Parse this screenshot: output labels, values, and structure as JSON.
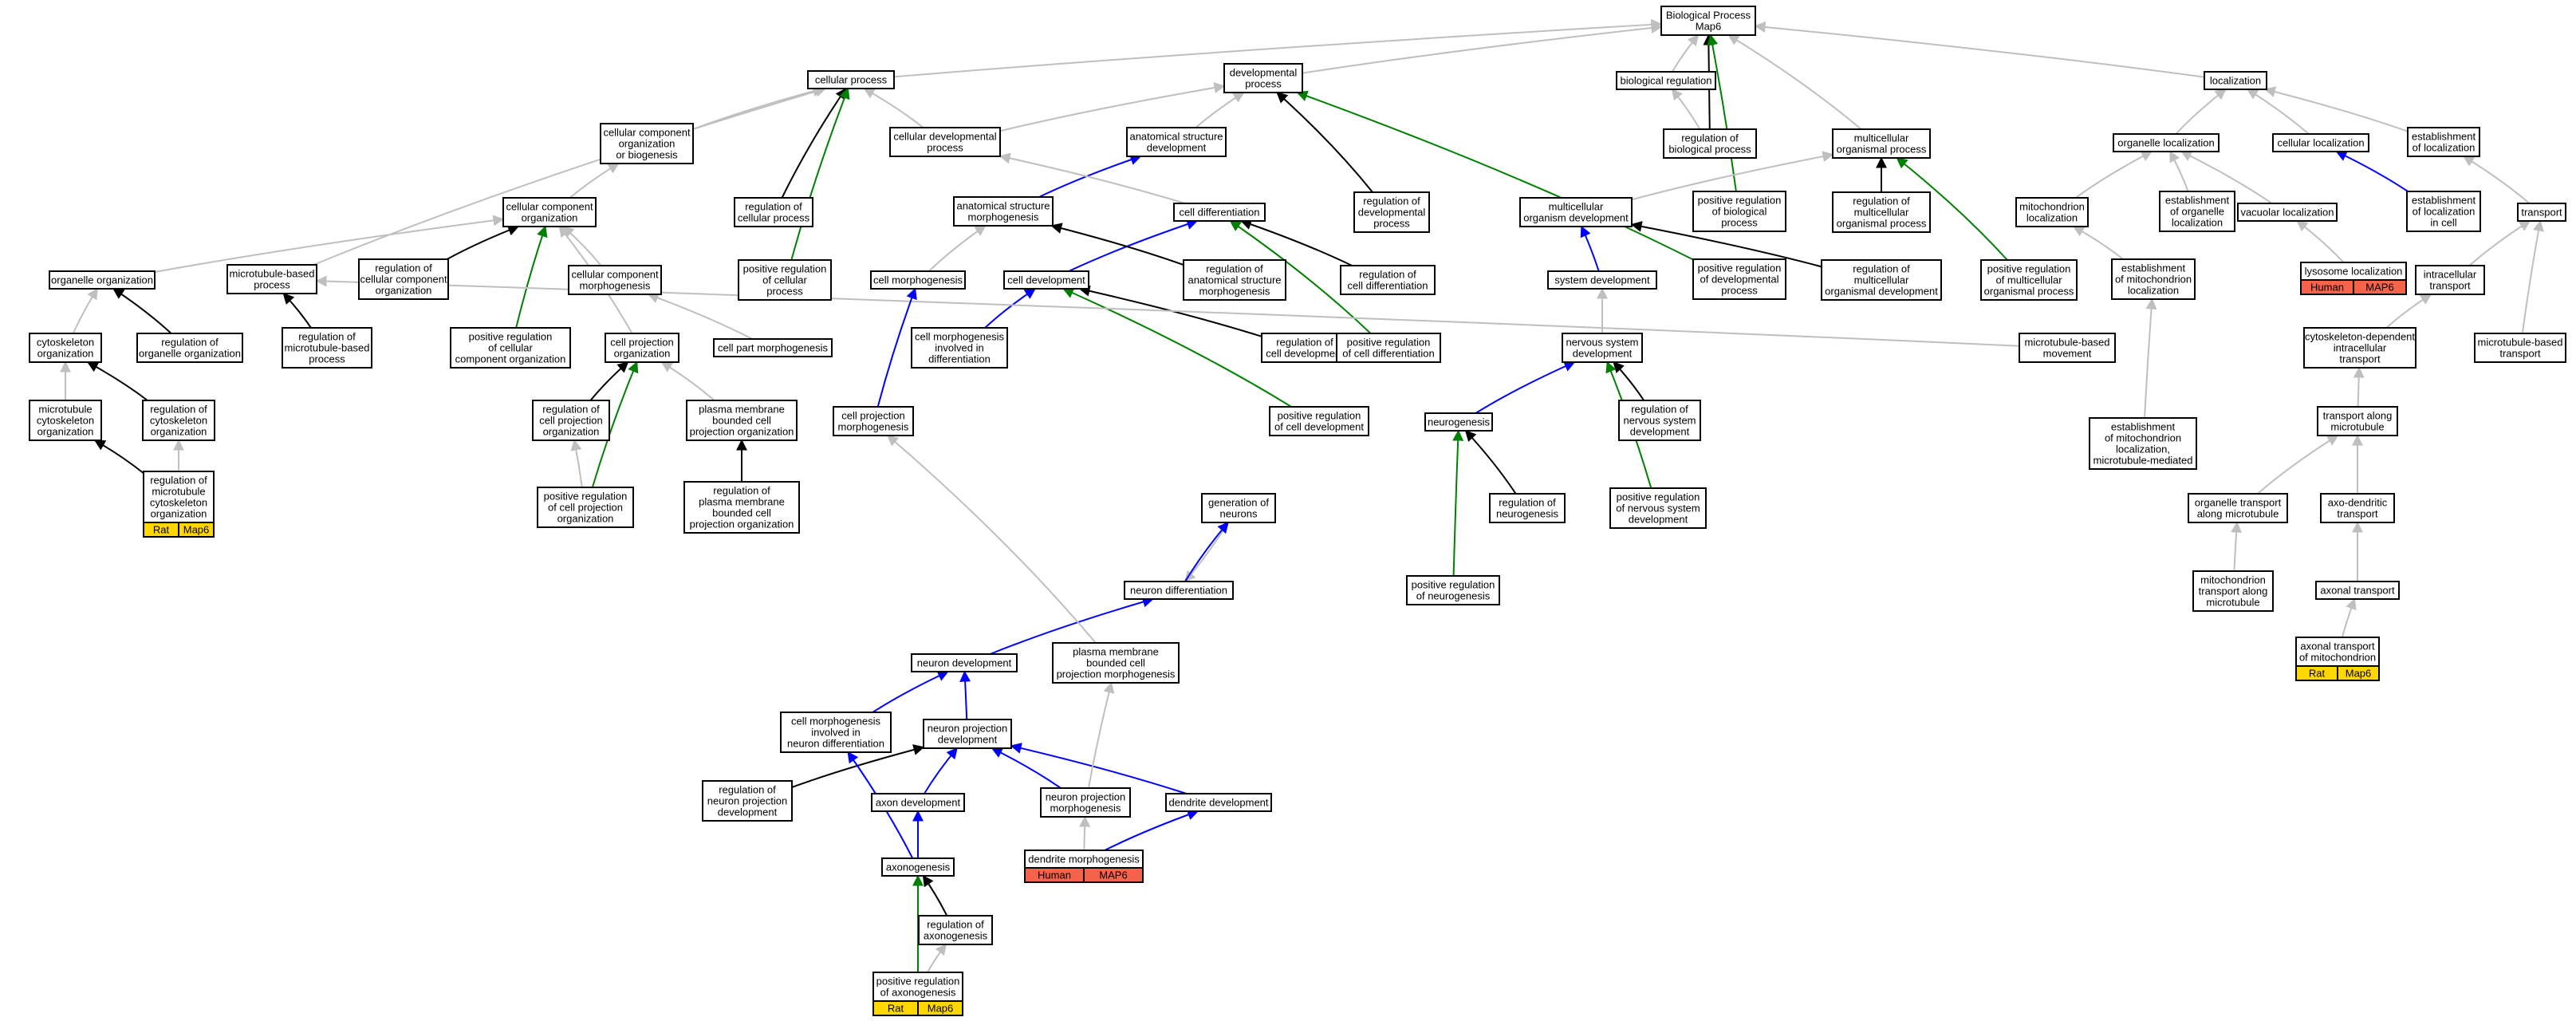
{
  "title": "Biological Process Map6",
  "nodes": [
    {
      "id": "bp",
      "lines": [
        "Biological Process",
        "Map6"
      ]
    },
    {
      "id": "cellular_process",
      "lines": [
        "cellular process"
      ]
    },
    {
      "id": "developmental_process",
      "lines": [
        "developmental",
        "process"
      ]
    },
    {
      "id": "biological_regulation",
      "lines": [
        "biological regulation"
      ]
    },
    {
      "id": "localization",
      "lines": [
        "localization"
      ]
    },
    {
      "id": "ccob",
      "lines": [
        "cellular component",
        "organization",
        "or biogenesis"
      ]
    },
    {
      "id": "cellular_developmental_process",
      "lines": [
        "cellular developmental",
        "process"
      ]
    },
    {
      "id": "anatomical_structure_development",
      "lines": [
        "anatomical structure",
        "development"
      ]
    },
    {
      "id": "reg_biological_process",
      "lines": [
        "regulation of",
        "biological process"
      ]
    },
    {
      "id": "multicellular_organismal_process",
      "lines": [
        "multicellular",
        "organismal process"
      ]
    },
    {
      "id": "organelle_localization",
      "lines": [
        "organelle localization"
      ]
    },
    {
      "id": "cellular_localization",
      "lines": [
        "cellular localization"
      ]
    },
    {
      "id": "establishment_of_localization",
      "lines": [
        "establishment",
        "of localization"
      ]
    },
    {
      "id": "cellular_component_organization",
      "lines": [
        "cellular component",
        "organization"
      ]
    },
    {
      "id": "reg_cellular_process",
      "lines": [
        "regulation of",
        "cellular process"
      ]
    },
    {
      "id": "anatomical_structure_morphogenesis",
      "lines": [
        "anatomical structure",
        "morphogenesis"
      ]
    },
    {
      "id": "cell_differentiation",
      "lines": [
        "cell differentiation"
      ]
    },
    {
      "id": "reg_developmental_process",
      "lines": [
        "regulation of",
        "developmental",
        "process"
      ]
    },
    {
      "id": "multicellular_organism_development",
      "lines": [
        "multicellular",
        "organism development"
      ]
    },
    {
      "id": "pos_reg_biological_process",
      "lines": [
        "positive regulation",
        "of biological",
        "process"
      ]
    },
    {
      "id": "reg_multicellular_organismal_process",
      "lines": [
        "regulation of",
        "multicellular",
        "organismal process"
      ]
    },
    {
      "id": "mitochondrion_localization",
      "lines": [
        "mitochondrion",
        "localization"
      ]
    },
    {
      "id": "establishment_organelle_localization",
      "lines": [
        "establishment",
        "of organelle",
        "localization"
      ]
    },
    {
      "id": "vacuolar_localization",
      "lines": [
        "vacuolar localization"
      ]
    },
    {
      "id": "establishment_localization_in_cell",
      "lines": [
        "establishment",
        "of localization",
        "in cell"
      ]
    },
    {
      "id": "transport",
      "lines": [
        "transport"
      ]
    },
    {
      "id": "organelle_organization",
      "lines": [
        "organelle organization"
      ]
    },
    {
      "id": "microtubule_based_process",
      "lines": [
        "microtubule-based",
        "process"
      ]
    },
    {
      "id": "reg_ccorg",
      "lines": [
        "regulation of",
        "cellular component",
        "organization"
      ]
    },
    {
      "id": "cc_morphogenesis",
      "lines": [
        "cellular component",
        "morphogenesis"
      ]
    },
    {
      "id": "pos_reg_cellular_process",
      "lines": [
        "positive regulation",
        "of cellular",
        "process"
      ]
    },
    {
      "id": "cell_morphogenesis",
      "lines": [
        "cell morphogenesis"
      ]
    },
    {
      "id": "cell_development",
      "lines": [
        "cell development"
      ]
    },
    {
      "id": "reg_asm",
      "lines": [
        "regulation of",
        "anatomical structure",
        "morphogenesis"
      ]
    },
    {
      "id": "reg_cell_differentiation",
      "lines": [
        "regulation of",
        "cell differentiation"
      ]
    },
    {
      "id": "system_development",
      "lines": [
        "system development"
      ]
    },
    {
      "id": "pos_reg_developmental_process",
      "lines": [
        "positive regulation",
        "of developmental",
        "process"
      ]
    },
    {
      "id": "reg_multicellular_organismal_development",
      "lines": [
        "regulation of",
        "multicellular",
        "organismal development"
      ]
    },
    {
      "id": "pos_reg_multicellular_organismal_process",
      "lines": [
        "positive regulation",
        "of multicellular",
        "organismal process"
      ]
    },
    {
      "id": "lysosome_localization",
      "lines": [
        "lysosome localization"
      ],
      "ann": "human"
    },
    {
      "id": "intracellular_transport",
      "lines": [
        "intracellular",
        "transport"
      ]
    },
    {
      "id": "establishment_mitochondrion_localization",
      "lines": [
        "establishment",
        "of mitochondrion",
        "localization"
      ]
    },
    {
      "id": "cytoskeleton_organization",
      "lines": [
        "cytoskeleton",
        "organization"
      ]
    },
    {
      "id": "reg_organelle_organization",
      "lines": [
        "regulation of",
        "organelle organization"
      ]
    },
    {
      "id": "reg_microtubule_based_process",
      "lines": [
        "regulation of",
        "microtubule-based",
        "process"
      ]
    },
    {
      "id": "pos_reg_ccorg",
      "lines": [
        "positive regulation",
        "of cellular",
        "component organization"
      ]
    },
    {
      "id": "cell_projection_organization",
      "lines": [
        "cell projection",
        "organization"
      ]
    },
    {
      "id": "cell_part_morphogenesis",
      "lines": [
        "cell part morphogenesis"
      ]
    },
    {
      "id": "cell_morph_in_differentiation",
      "lines": [
        "cell morphogenesis",
        "involved in",
        "differentiation"
      ]
    },
    {
      "id": "reg_cell_development",
      "lines": [
        "regulation of",
        "cell development"
      ]
    },
    {
      "id": "pos_reg_cell_differentiation",
      "lines": [
        "positive regulation",
        "of cell differentiation"
      ]
    },
    {
      "id": "nervous_system_development",
      "lines": [
        "nervous system",
        "development"
      ]
    },
    {
      "id": "microtubule_based_movement",
      "lines": [
        "microtubule-based",
        "movement"
      ]
    },
    {
      "id": "cytoskeleton_dependent_transport",
      "lines": [
        "cytoskeleton-dependent",
        "intracellular",
        "transport"
      ]
    },
    {
      "id": "microtubule_based_transport",
      "lines": [
        "microtubule-based",
        "transport"
      ]
    },
    {
      "id": "microtubule_cytoskeleton_organization",
      "lines": [
        "microtubule",
        "cytoskeleton",
        "organization"
      ]
    },
    {
      "id": "reg_cytoskeleton_organization",
      "lines": [
        "regulation of",
        "cytoskeleton",
        "organization"
      ]
    },
    {
      "id": "reg_cell_projection_organization",
      "lines": [
        "regulation of",
        "cell projection",
        "organization"
      ]
    },
    {
      "id": "plasma_membrane_bcpo",
      "lines": [
        "plasma membrane",
        "bounded cell",
        "projection organization"
      ]
    },
    {
      "id": "cell_projection_morphogenesis",
      "lines": [
        "cell projection",
        "morphogenesis"
      ]
    },
    {
      "id": "pos_reg_cell_development",
      "lines": [
        "positive regulation",
        "of cell development"
      ]
    },
    {
      "id": "neurogenesis",
      "lines": [
        "neurogenesis"
      ]
    },
    {
      "id": "reg_nervous_system_development",
      "lines": [
        "regulation of",
        "nervous system",
        "development"
      ]
    },
    {
      "id": "establishment_mito_localization_mt",
      "lines": [
        "establishment",
        "of mitochondrion",
        "localization,",
        "microtubule-mediated"
      ]
    },
    {
      "id": "transport_along_microtubule",
      "lines": [
        "transport along",
        "microtubule"
      ]
    },
    {
      "id": "reg_mt_cytoskeleton_organization",
      "lines": [
        "regulation of",
        "microtubule",
        "cytoskeleton",
        "organization"
      ],
      "ann": "rat"
    },
    {
      "id": "pos_reg_cell_projection_organization",
      "lines": [
        "positive regulation",
        "of cell projection",
        "organization"
      ]
    },
    {
      "id": "reg_pm_bcpo",
      "lines": [
        "regulation of",
        "plasma membrane",
        "bounded cell",
        "projection organization"
      ]
    },
    {
      "id": "generation_of_neurons",
      "lines": [
        "generation of",
        "neurons"
      ]
    },
    {
      "id": "reg_neurogenesis",
      "lines": [
        "regulation of",
        "neurogenesis"
      ]
    },
    {
      "id": "pos_reg_nervous_system_development",
      "lines": [
        "positive regulation",
        "of nervous system",
        "development"
      ]
    },
    {
      "id": "organelle_transport_along_mt",
      "lines": [
        "organelle transport",
        "along microtubule"
      ]
    },
    {
      "id": "axo_dendritic_transport",
      "lines": [
        "axo-dendritic",
        "transport"
      ]
    },
    {
      "id": "neuron_differentiation",
      "lines": [
        "neuron differentiation"
      ]
    },
    {
      "id": "pos_reg_neurogenesis",
      "lines": [
        "positive regulation",
        "of neurogenesis"
      ]
    },
    {
      "id": "mitochondrion_transport_along_mt",
      "lines": [
        "mitochondrion",
        "transport along",
        "microtubule"
      ]
    },
    {
      "id": "axonal_transport",
      "lines": [
        "axonal transport"
      ]
    },
    {
      "id": "neuron_development",
      "lines": [
        "neuron development"
      ]
    },
    {
      "id": "pm_bounded_cell_projection_morphogenesis",
      "lines": [
        "plasma membrane",
        "bounded cell",
        "projection morphogenesis"
      ]
    },
    {
      "id": "axonal_transport_of_mitochondrion",
      "lines": [
        "axonal transport",
        "of mitochondrion"
      ],
      "ann": "rat"
    },
    {
      "id": "cell_morph_in_neuron_differentiation",
      "lines": [
        "cell morphogenesis",
        "involved in",
        "neuron differentiation"
      ]
    },
    {
      "id": "neuron_projection_development",
      "lines": [
        "neuron projection",
        "development"
      ]
    },
    {
      "id": "reg_neuron_projection_development",
      "lines": [
        "regulation of",
        "neuron projection",
        "development"
      ]
    },
    {
      "id": "axon_development",
      "lines": [
        "axon development"
      ]
    },
    {
      "id": "neuron_projection_morphogenesis",
      "lines": [
        "neuron projection",
        "morphogenesis"
      ]
    },
    {
      "id": "dendrite_development",
      "lines": [
        "dendrite development"
      ]
    },
    {
      "id": "dendrite_morphogenesis",
      "lines": [
        "dendrite morphogenesis"
      ],
      "ann": "human"
    },
    {
      "id": "axonogenesis",
      "lines": [
        "axonogenesis"
      ]
    },
    {
      "id": "reg_axonogenesis",
      "lines": [
        "regulation of",
        "axonogenesis"
      ]
    },
    {
      "id": "pos_reg_axonogenesis",
      "lines": [
        "positive regulation",
        "of axonogenesis"
      ],
      "ann": "rat"
    }
  ],
  "annotations": {
    "rat": {
      "species": "Rat",
      "gene": "Map6",
      "color": "#ffd700"
    },
    "human": {
      "species": "Human",
      "gene": "MAP6",
      "color": "#f4634a"
    }
  },
  "edge_colors": {
    "is_a": "#bfbfbf",
    "part_of": "#000000",
    "positive_regulation": "#008000",
    "negative_regulation": "#0000ff"
  }
}
